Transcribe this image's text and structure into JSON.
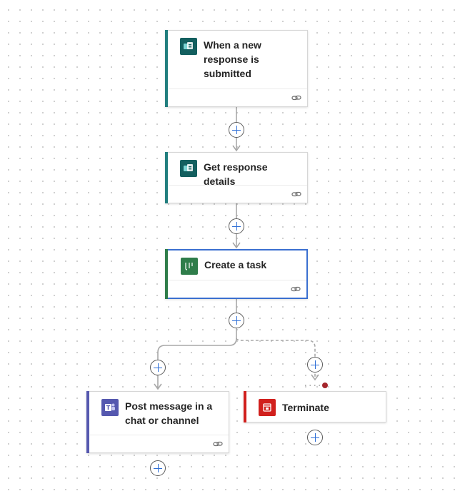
{
  "flow": {
    "trigger": {
      "title": "When a new response is submitted",
      "icon": "forms-icon",
      "accent": "#217e7e"
    },
    "get_details": {
      "title": "Get response details",
      "icon": "forms-icon",
      "accent": "#217e7e"
    },
    "create_task": {
      "title": "Create a task",
      "icon": "planner-icon",
      "accent": "#2f7d4a"
    },
    "post_message": {
      "title": "Post message in a chat or channel",
      "icon": "teams-icon",
      "accent": "#5558af"
    },
    "terminate": {
      "title": "Terminate",
      "icon": "terminate-icon",
      "accent": "#d1201d"
    }
  },
  "colors": {
    "connector": "#a8a8a8",
    "selection": "#3a6fd0",
    "add_plus": "#2f6fd6",
    "run_after_dot": "#a4262c"
  },
  "icons": {
    "card_link": "link-icon",
    "add_step": "add-step-icon"
  }
}
